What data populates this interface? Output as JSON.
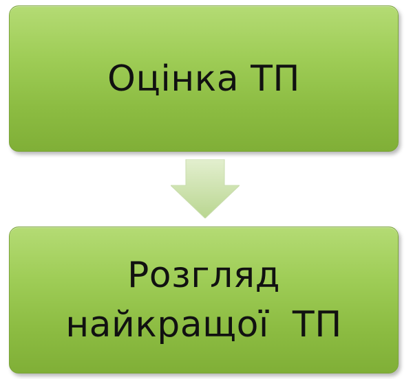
{
  "diagram": {
    "top_box": {
      "label": "Оцінка ТП"
    },
    "bottom_box": {
      "line1": "Розгляд",
      "line2": "найкращої  ТП"
    },
    "connector": {
      "icon": "down-arrow-icon"
    },
    "colors": {
      "box_fill_top": "#b4db74",
      "box_fill_bottom": "#80af37",
      "arrow_fill_top": "#e3efcf",
      "arrow_fill_bottom": "#b9d690"
    }
  }
}
